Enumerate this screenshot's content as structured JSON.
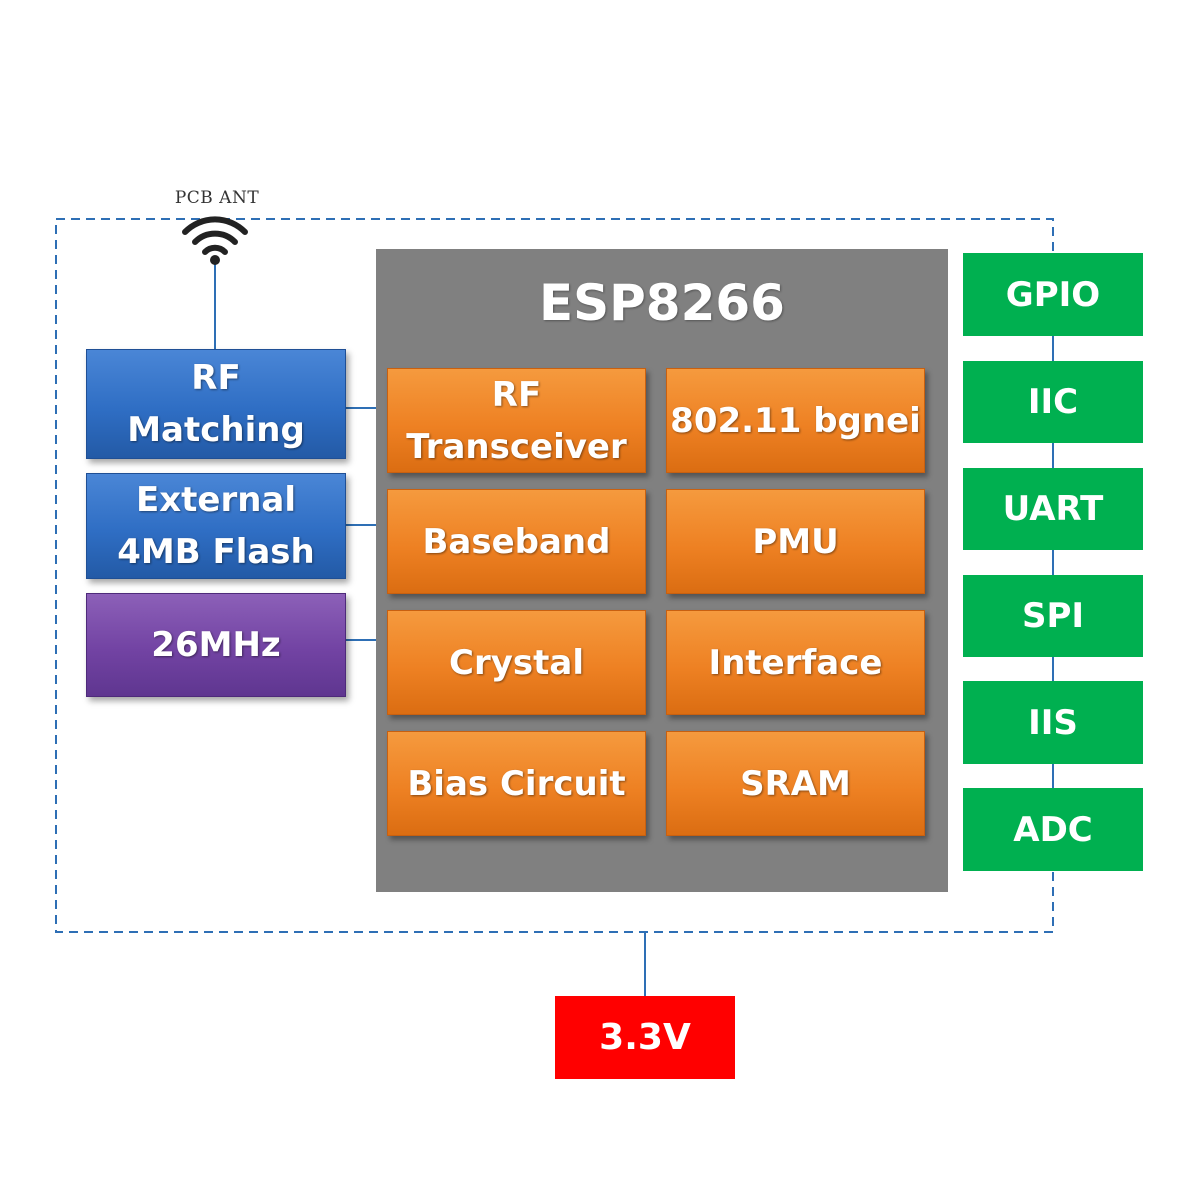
{
  "antenna": {
    "label": "PCB ANT"
  },
  "external": {
    "rf_matching": [
      "RF",
      "Matching"
    ],
    "flash": [
      "External",
      "4MB Flash"
    ],
    "crystal": "26MHz"
  },
  "chip": {
    "title": "ESP8266",
    "blocks": {
      "rf_transceiver": [
        "RF",
        "Transceiver"
      ],
      "wifi": "802.11 bgnei",
      "baseband": "Baseband",
      "pmu": "PMU",
      "crystal": "Crystal",
      "interface": "Interface",
      "bias_circuit": "Bias Circuit",
      "sram": "SRAM"
    }
  },
  "interfaces": [
    "GPIO",
    "IIC",
    "UART",
    "SPI",
    "IIS",
    "ADC"
  ],
  "power": "3.3V",
  "colors": {
    "blue": "#2f6ec4",
    "purple": "#7243a3",
    "chip": "#808080",
    "orange": "#ee8123",
    "green": "#00b050",
    "red": "#ff0000",
    "line": "#2e6fb5"
  }
}
